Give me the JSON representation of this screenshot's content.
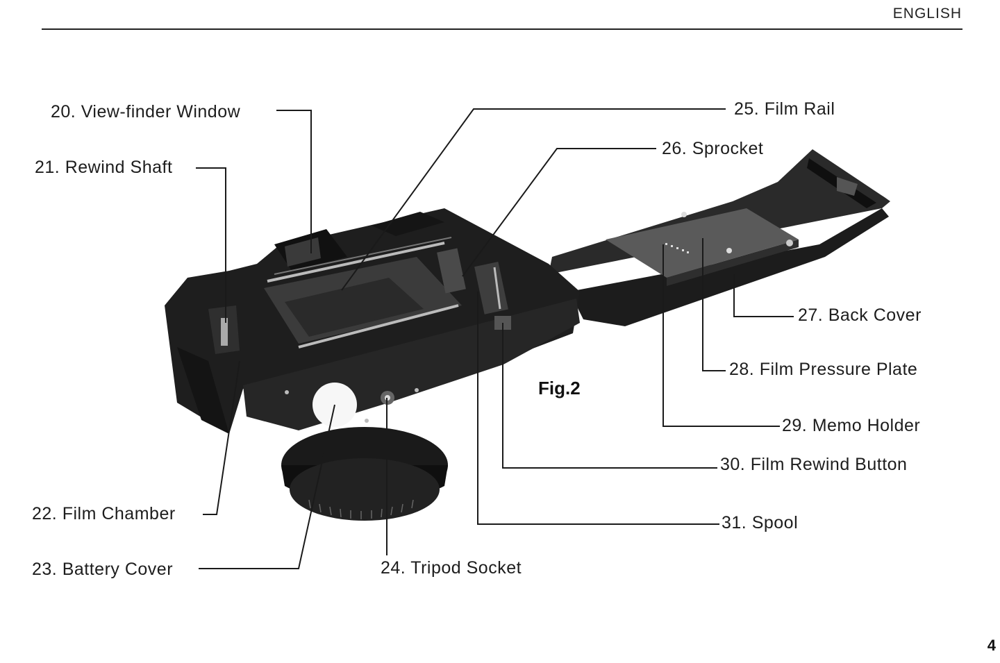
{
  "header": {
    "language": "ENGLISH"
  },
  "figure": {
    "caption": "Fig.2"
  },
  "page": {
    "number": "4"
  },
  "labels": [
    "20. View-finder Window",
    "21. Rewind Shaft",
    "22. Film Chamber",
    "23. Battery Cover",
    "24. Tripod Socket",
    "25. Film Rail",
    "26. Sprocket",
    "27. Back Cover",
    "28. Film Pressure Plate",
    "29. Memo Holder",
    "30. Film Rewind Button",
    "31. Spool"
  ]
}
